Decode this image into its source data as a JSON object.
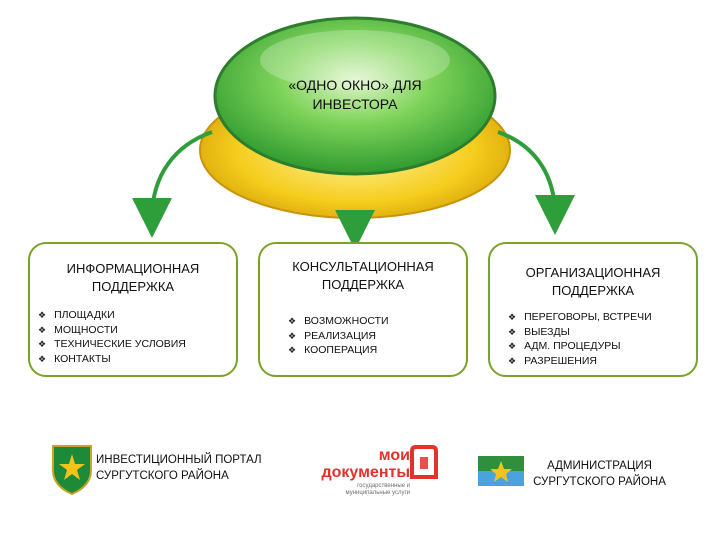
{
  "hub": {
    "title": "«ОДНО ОКНО» ДЛЯ\nИНВЕСТОРА"
  },
  "colors": {
    "hub_green": "#3db53d",
    "hub_gold": "#f0c419",
    "border_green": "#7aa32a",
    "arrow_green": "#2e9e3a",
    "docs_red": "#e2322c",
    "docs_grey": "#6e6e6e"
  },
  "cards": [
    {
      "title": "ИНФОРМАЦИОННАЯ\nПОДДЕРЖКА",
      "bullet": "❖",
      "items": [
        "ПЛОЩАДКИ",
        "МОЩНОСТИ",
        "ТЕХНИЧЕСКИЕ УСЛОВИЯ",
        "КОНТАКТЫ"
      ]
    },
    {
      "title": "КОНСУЛЬТАЦИОННАЯ\nПОДДЕРЖКА",
      "bullet": "❖",
      "items": [
        "ВОЗМОЖНОСТИ",
        "РЕАЛИЗАЦИЯ",
        "КООПЕРАЦИЯ"
      ]
    },
    {
      "title": "ОРГАНИЗАЦИОННАЯ\nПОДДЕРЖКА",
      "bullet": "❖",
      "items": [
        "ПЕРЕГОВОРЫ, ВСТРЕЧИ",
        "ВЫЕЗДЫ",
        "АДМ. ПРОЦЕДУРЫ",
        "РАЗРЕШЕНИЯ"
      ]
    }
  ],
  "footer": {
    "portal_text": "ИНВЕСТИЦИОННЫЙ ПОРТАЛ\nСУРГУТСКОГО РАЙОНА",
    "docs_logo_text": "мои документы",
    "docs_logo_sub": "государственные и муниципальные услуги",
    "admin_text": "АДМИНИСТРАЦИЯ\nСУРГУТСКОГО РАЙОНА",
    "coat_of_arms_icon": "coat-of-arms-icon",
    "flag_icon": "district-flag-icon"
  }
}
